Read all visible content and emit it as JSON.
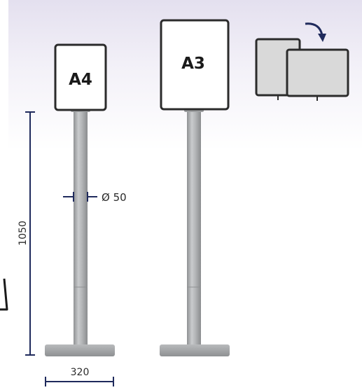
{
  "signs": {
    "small_label": "A4",
    "large_label": "A3"
  },
  "dimensions": {
    "height": "1050",
    "pole_diameter": "Ø 50",
    "base_width": "320"
  },
  "icons": {
    "orientation": "portrait-landscape-rotate-icon"
  },
  "colors": {
    "background_top": "#e7e3f1",
    "background_bottom": "#ffffff",
    "dimension_line": "#1f2a5c",
    "frame": "#2b2b2b",
    "pole": "#a7a9ab",
    "poster_bg": "#ffffff",
    "icon_fill": "#d7d7d7"
  }
}
